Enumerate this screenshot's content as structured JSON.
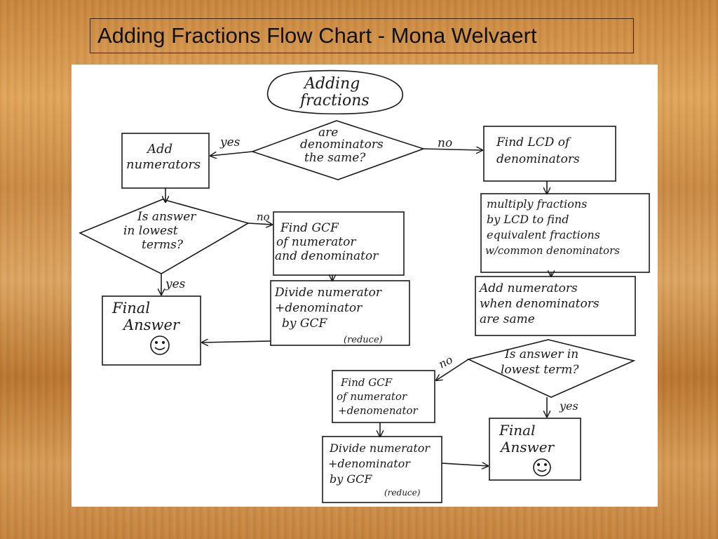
{
  "slide": {
    "title": "Adding Fractions Flow Chart - Mona Welvaert"
  },
  "flowchart": {
    "start": [
      "Adding",
      "fractions"
    ],
    "q_same_denominators": [
      "are",
      "denominators",
      "the same?"
    ],
    "yes_1": "yes",
    "no_1": "no",
    "add_numerators": [
      "Add",
      "numerators"
    ],
    "q_lowest_left": [
      "Is answer",
      "in lowest",
      "terms?"
    ],
    "no_2": "no",
    "yes_2": "yes",
    "find_gcf_left": [
      "Find GCF",
      "of numerator",
      "and denominator"
    ],
    "divide_left": [
      "Divide numerator",
      "+denominator",
      "by GCF"
    ],
    "reduce_left": "(reduce)",
    "final_left": [
      "Final",
      "Answer"
    ],
    "find_lcd": [
      "Find LCD of",
      "denominators"
    ],
    "multiply_lcd": [
      "multiply fractions",
      "by LCD to find",
      "equivalent fractions",
      "w/common denominators"
    ],
    "add_numerators_right": [
      "Add numerators",
      "when denominators",
      "are same"
    ],
    "q_lowest_right": [
      "Is answer in",
      "lowest term?"
    ],
    "no_3": "no",
    "yes_3": "yes",
    "find_gcf_right": [
      "Find GCF",
      "of numerator",
      "+denomenator"
    ],
    "divide_right": [
      "Divide numerator",
      "+denominator",
      "by GCF"
    ],
    "reduce_right": "(reduce)",
    "final_right": [
      "Final",
      "Answer"
    ]
  }
}
